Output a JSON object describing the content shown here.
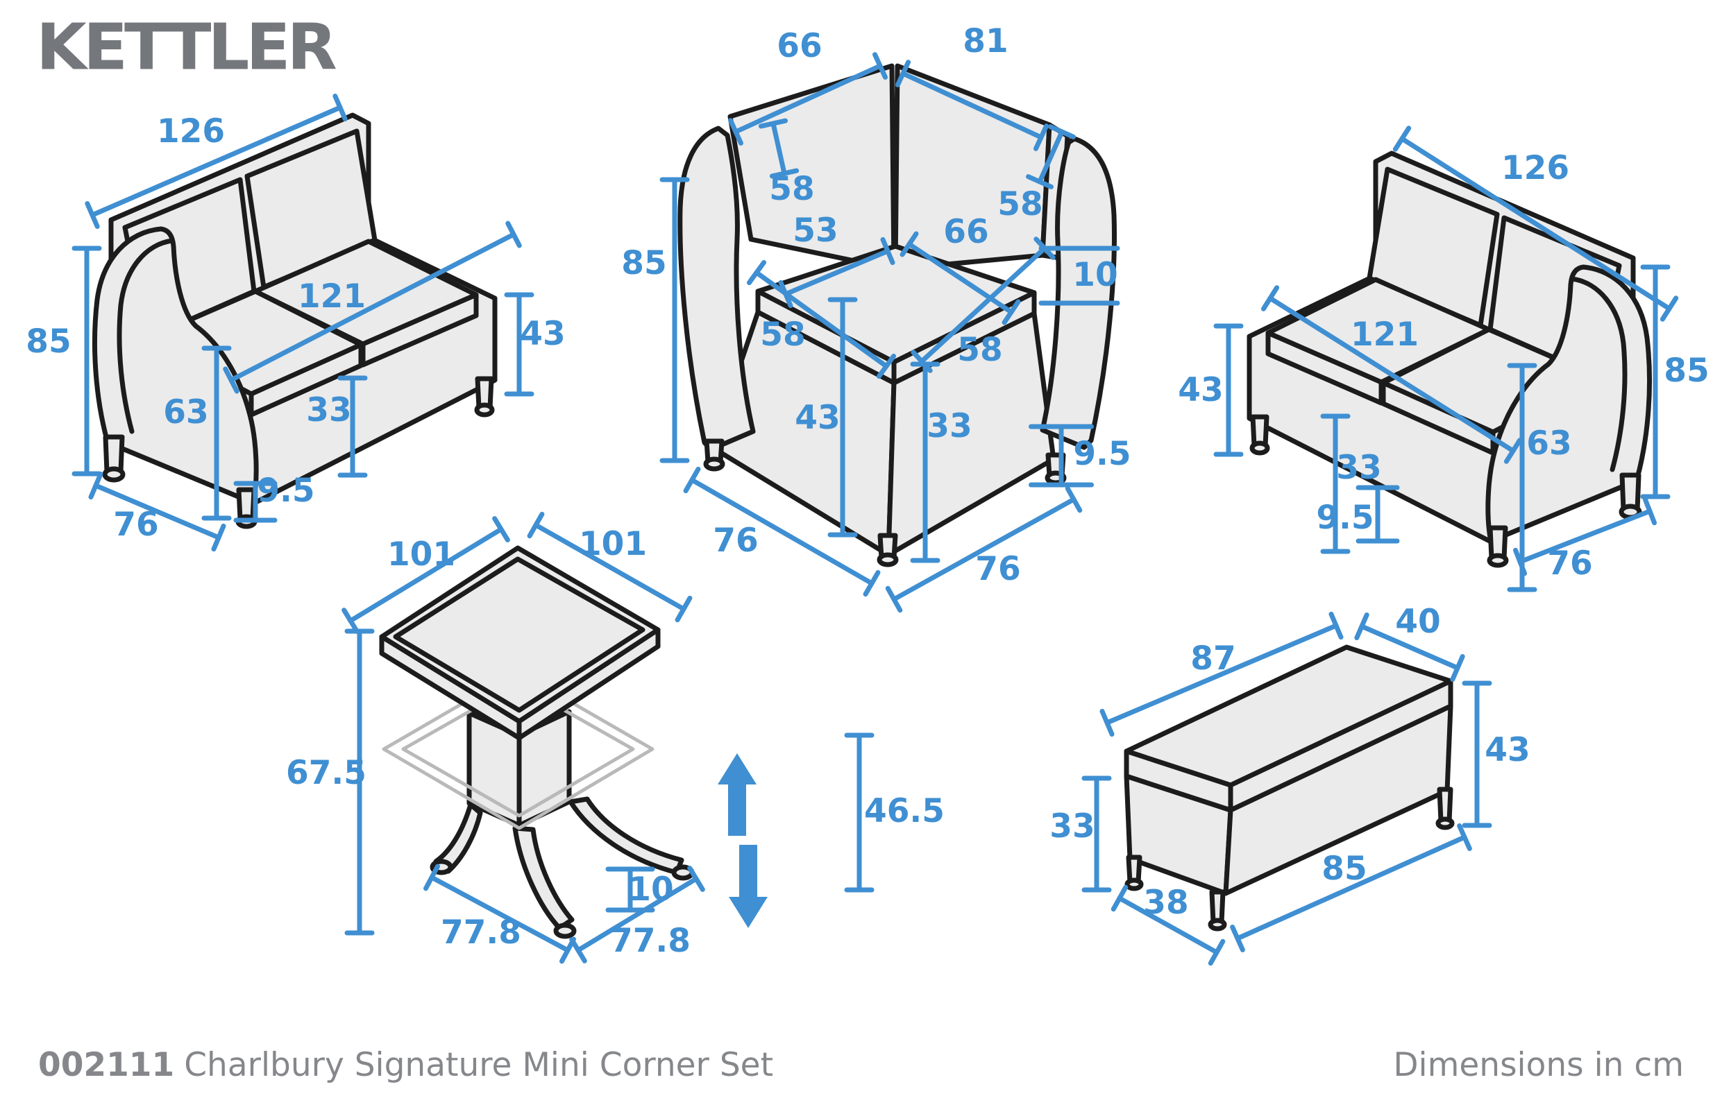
{
  "brand": {
    "logo_text": "KETTLER"
  },
  "footer": {
    "product_code": "002111",
    "product_name": "Charlbury Signature Mini Corner Set",
    "units_note": "Dimensions in cm"
  },
  "colors": {
    "dimension_blue": "#3f8fd2",
    "outline": "#1c1c1c",
    "furniture_fill": "#ebebeb",
    "ghost_gray": "#b9b9b9",
    "logo_gray": "#74777c",
    "footer_gray": "#85878b"
  },
  "pieces": {
    "left_sofa": {
      "width": "126",
      "height": "85",
      "seat_width": "121",
      "arm_height": "63",
      "seat_height": "43",
      "cushion_height": "33",
      "leg_height": "9.5",
      "depth": "76"
    },
    "corner_chair": {
      "back_left_width": "66",
      "back_right_width": "81",
      "back_left_height": "58",
      "back_right_height": "58",
      "seat_left_depth": "53",
      "seat_right_depth": "66",
      "height": "85",
      "cushion_thickness": "10",
      "seat_front_left": "58",
      "seat_front_right": "58",
      "seat_height": "43",
      "cushion_height": "33",
      "leg_height": "9.5",
      "depth_left": "76",
      "depth_right": "76"
    },
    "right_sofa": {
      "width": "126",
      "seat_width": "121",
      "seat_height": "43",
      "cushion_height": "33",
      "arm_height": "63",
      "height": "85",
      "leg_height": "9.5",
      "depth": "76"
    },
    "table": {
      "top_width_left": "101",
      "top_width_right": "101",
      "height_max": "67.5",
      "height_min": "46.5",
      "adjust_step": "10",
      "base_width_left": "77.8",
      "base_width_right": "77.8"
    },
    "bench": {
      "top_length": "87",
      "top_width": "40",
      "height": "43",
      "cushion_height": "33",
      "base_width": "38",
      "base_length": "85"
    }
  }
}
